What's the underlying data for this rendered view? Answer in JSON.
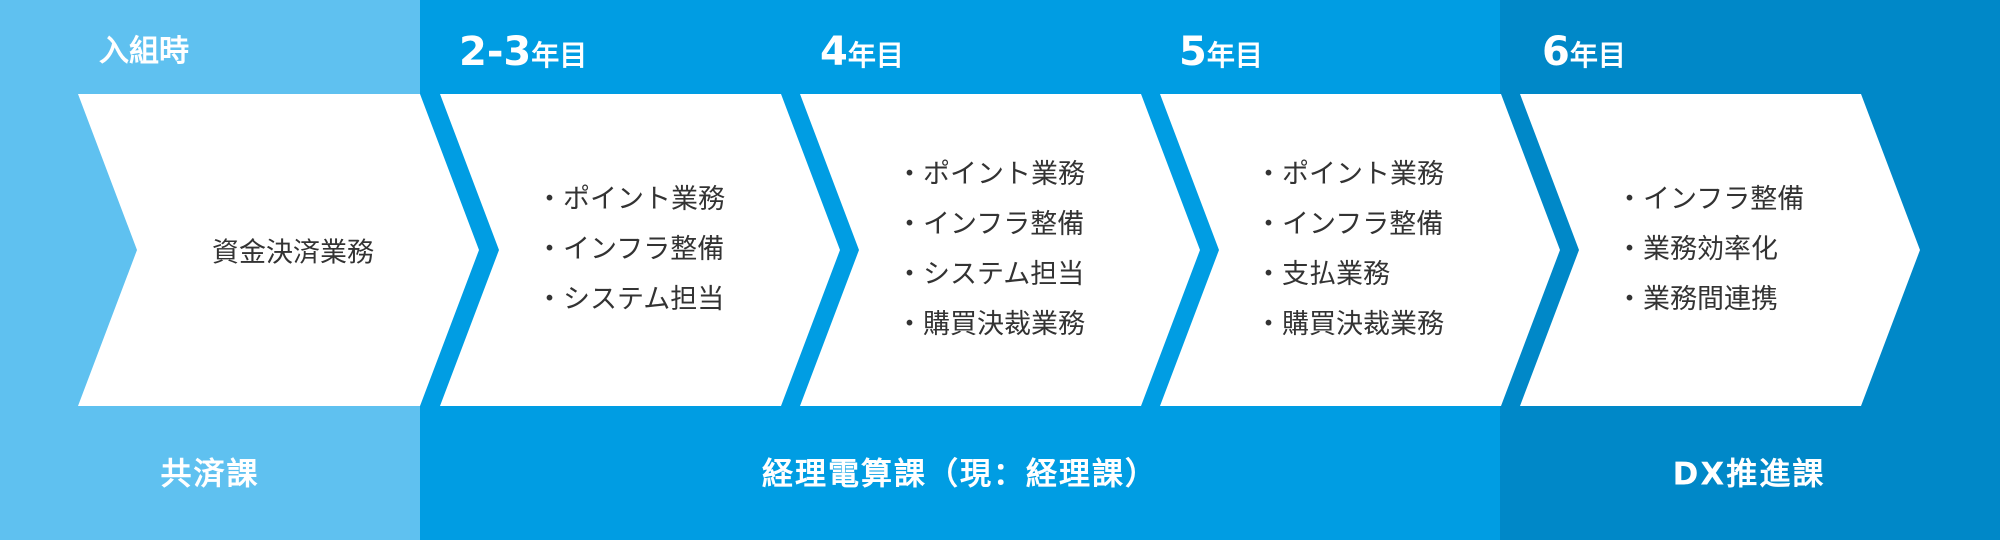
{
  "colors": {
    "light": "#5fc1f0",
    "mid": "#009de3",
    "dark": "#0088c8",
    "card": "#ffffff",
    "text": "#333333"
  },
  "stages": [
    {
      "header": "入組時",
      "num": "",
      "unit": "",
      "items": [
        "資金決済業務"
      ]
    },
    {
      "header": "",
      "num": "2-3",
      "unit": "年目",
      "items": [
        "・ポイント業務",
        "・インフラ整備",
        "・システム担当"
      ]
    },
    {
      "header": "",
      "num": "4",
      "unit": "年目",
      "items": [
        "・ポイント業務",
        "・インフラ整備",
        "・システム担当",
        "・購買決裁業務"
      ]
    },
    {
      "header": "",
      "num": "5",
      "unit": "年目",
      "items": [
        "・ポイント業務",
        "・インフラ整備",
        "・支払業務",
        "・購買決裁業務"
      ]
    },
    {
      "header": "",
      "num": "6",
      "unit": "年目",
      "items": [
        "・インフラ整備",
        "・業務効率化",
        "・業務間連携"
      ]
    }
  ],
  "departments": [
    "共済課",
    "経理電算課（現：経理課）",
    "DX推進課"
  ]
}
